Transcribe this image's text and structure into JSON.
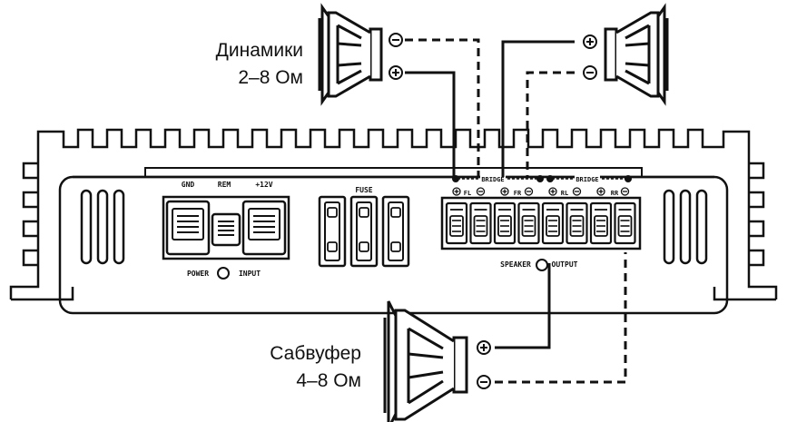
{
  "speakers_label": {
    "line1": "Динамики",
    "line2": "2–8 Ом"
  },
  "subwoofer_label": {
    "line1": "Сабвуфер",
    "line2": "4–8 Ом"
  },
  "power_block": {
    "gnd": "GND",
    "rem": "REM",
    "v12": "+12V",
    "power": "POWER",
    "input": "INPUT"
  },
  "fuse_label": "FUSE",
  "output_block": {
    "bridge_left": "BRIDGE",
    "bridge_right": "BRIDGE",
    "fl": "FL",
    "fr": "FR",
    "rl": "RL",
    "rr": "RR",
    "speaker": "SPEAKER",
    "output": "OUTPUT"
  },
  "polarity": {
    "plus": "+",
    "minus": "−"
  },
  "colors": {
    "ink": "#111111",
    "terminal_fill": "#eeeeee",
    "background": "#ffffff"
  }
}
